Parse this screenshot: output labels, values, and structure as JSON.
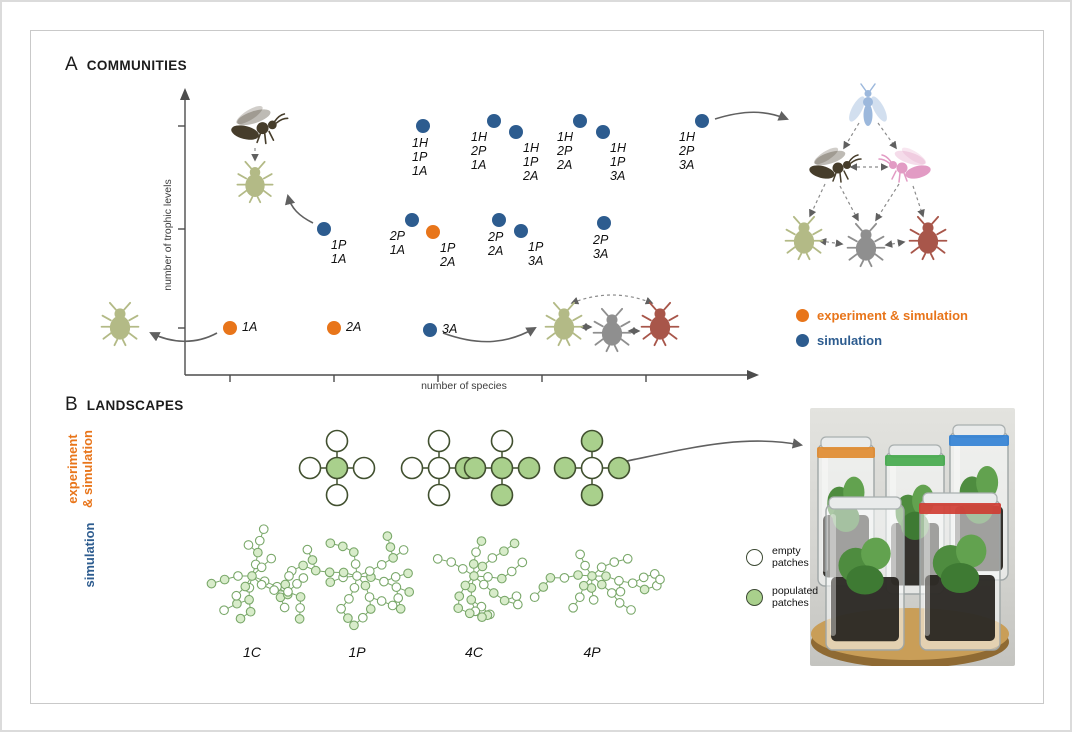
{
  "panel_a": {
    "tag": "A",
    "title": "COMMUNITIES",
    "x_label": "number of species",
    "y_label": "number of trophic levels",
    "points": [
      {
        "label": "1A",
        "type": "experiment",
        "species": 1,
        "trophic_levels": 1
      },
      {
        "label": "2A",
        "type": "experiment",
        "species": 2,
        "trophic_levels": 1
      },
      {
        "label": "3A",
        "type": "simulation",
        "species": 3,
        "trophic_levels": 1
      },
      {
        "label": "1P\n1A",
        "type": "simulation",
        "species": 2,
        "trophic_levels": 2
      },
      {
        "label": "2P\n1A",
        "type": "simulation",
        "species": 3,
        "trophic_levels": 2
      },
      {
        "label": "1P\n2A",
        "type": "experiment",
        "species": 3,
        "trophic_levels": 2
      },
      {
        "label": "2P\n2A",
        "type": "simulation",
        "species": 4,
        "trophic_levels": 2
      },
      {
        "label": "1P\n3A",
        "type": "simulation",
        "species": 4,
        "trophic_levels": 2
      },
      {
        "label": "2P\n3A",
        "type": "simulation",
        "species": 5,
        "trophic_levels": 2
      },
      {
        "label": "1H\n1P\n1A",
        "type": "simulation",
        "species": 3,
        "trophic_levels": 3
      },
      {
        "label": "1H\n2P\n1A",
        "type": "simulation",
        "species": 4,
        "trophic_levels": 3
      },
      {
        "label": "1H\n1P\n2A",
        "type": "simulation",
        "species": 4,
        "trophic_levels": 3
      },
      {
        "label": "1H\n2P\n2A",
        "type": "simulation",
        "species": 5,
        "trophic_levels": 3
      },
      {
        "label": "1H\n1P\n3A",
        "type": "simulation",
        "species": 5,
        "trophic_levels": 3
      },
      {
        "label": "1H\n2P\n3A",
        "type": "simulation",
        "species": 6,
        "trophic_levels": 3
      }
    ],
    "legend": [
      {
        "label": "experiment & simulation",
        "type": "experiment"
      },
      {
        "label": "simulation",
        "type": "simulation"
      }
    ]
  },
  "panel_b": {
    "tag": "B",
    "title": "LANDSCAPES",
    "row_labels": {
      "experiment": "experiment\n& simulation",
      "simulation": "simulation"
    },
    "crosses": [
      {
        "name": "1C",
        "filled": [
          "center"
        ]
      },
      {
        "name": "1P",
        "filled": [
          "right"
        ]
      },
      {
        "name": "4C",
        "filled": [
          "center",
          "left",
          "right",
          "bottom"
        ]
      },
      {
        "name": "4P",
        "filled": [
          "top",
          "left",
          "right",
          "bottom"
        ]
      }
    ],
    "legend": [
      {
        "label": "empty\npatches",
        "state": "empty"
      },
      {
        "label": "populated\npatches",
        "state": "populated"
      }
    ]
  },
  "colors": {
    "experiment": "#e8751a",
    "simulation": "#2d5c8f",
    "patch_fill": "#a9d08c",
    "patch_stroke": "#41502f",
    "dendrite_stroke": "#7aa86a",
    "dendrite_fill": "#d8ecca"
  },
  "insects": {
    "aphid_green": "#b3ba86",
    "aphid_grey": "#8f8f8f",
    "aphid_red": "#a8564a",
    "wasp_dark": "#463d2b",
    "wasp_pink": "#e29bc4",
    "hyperparasitoid_blue": "#9cb8dc"
  }
}
